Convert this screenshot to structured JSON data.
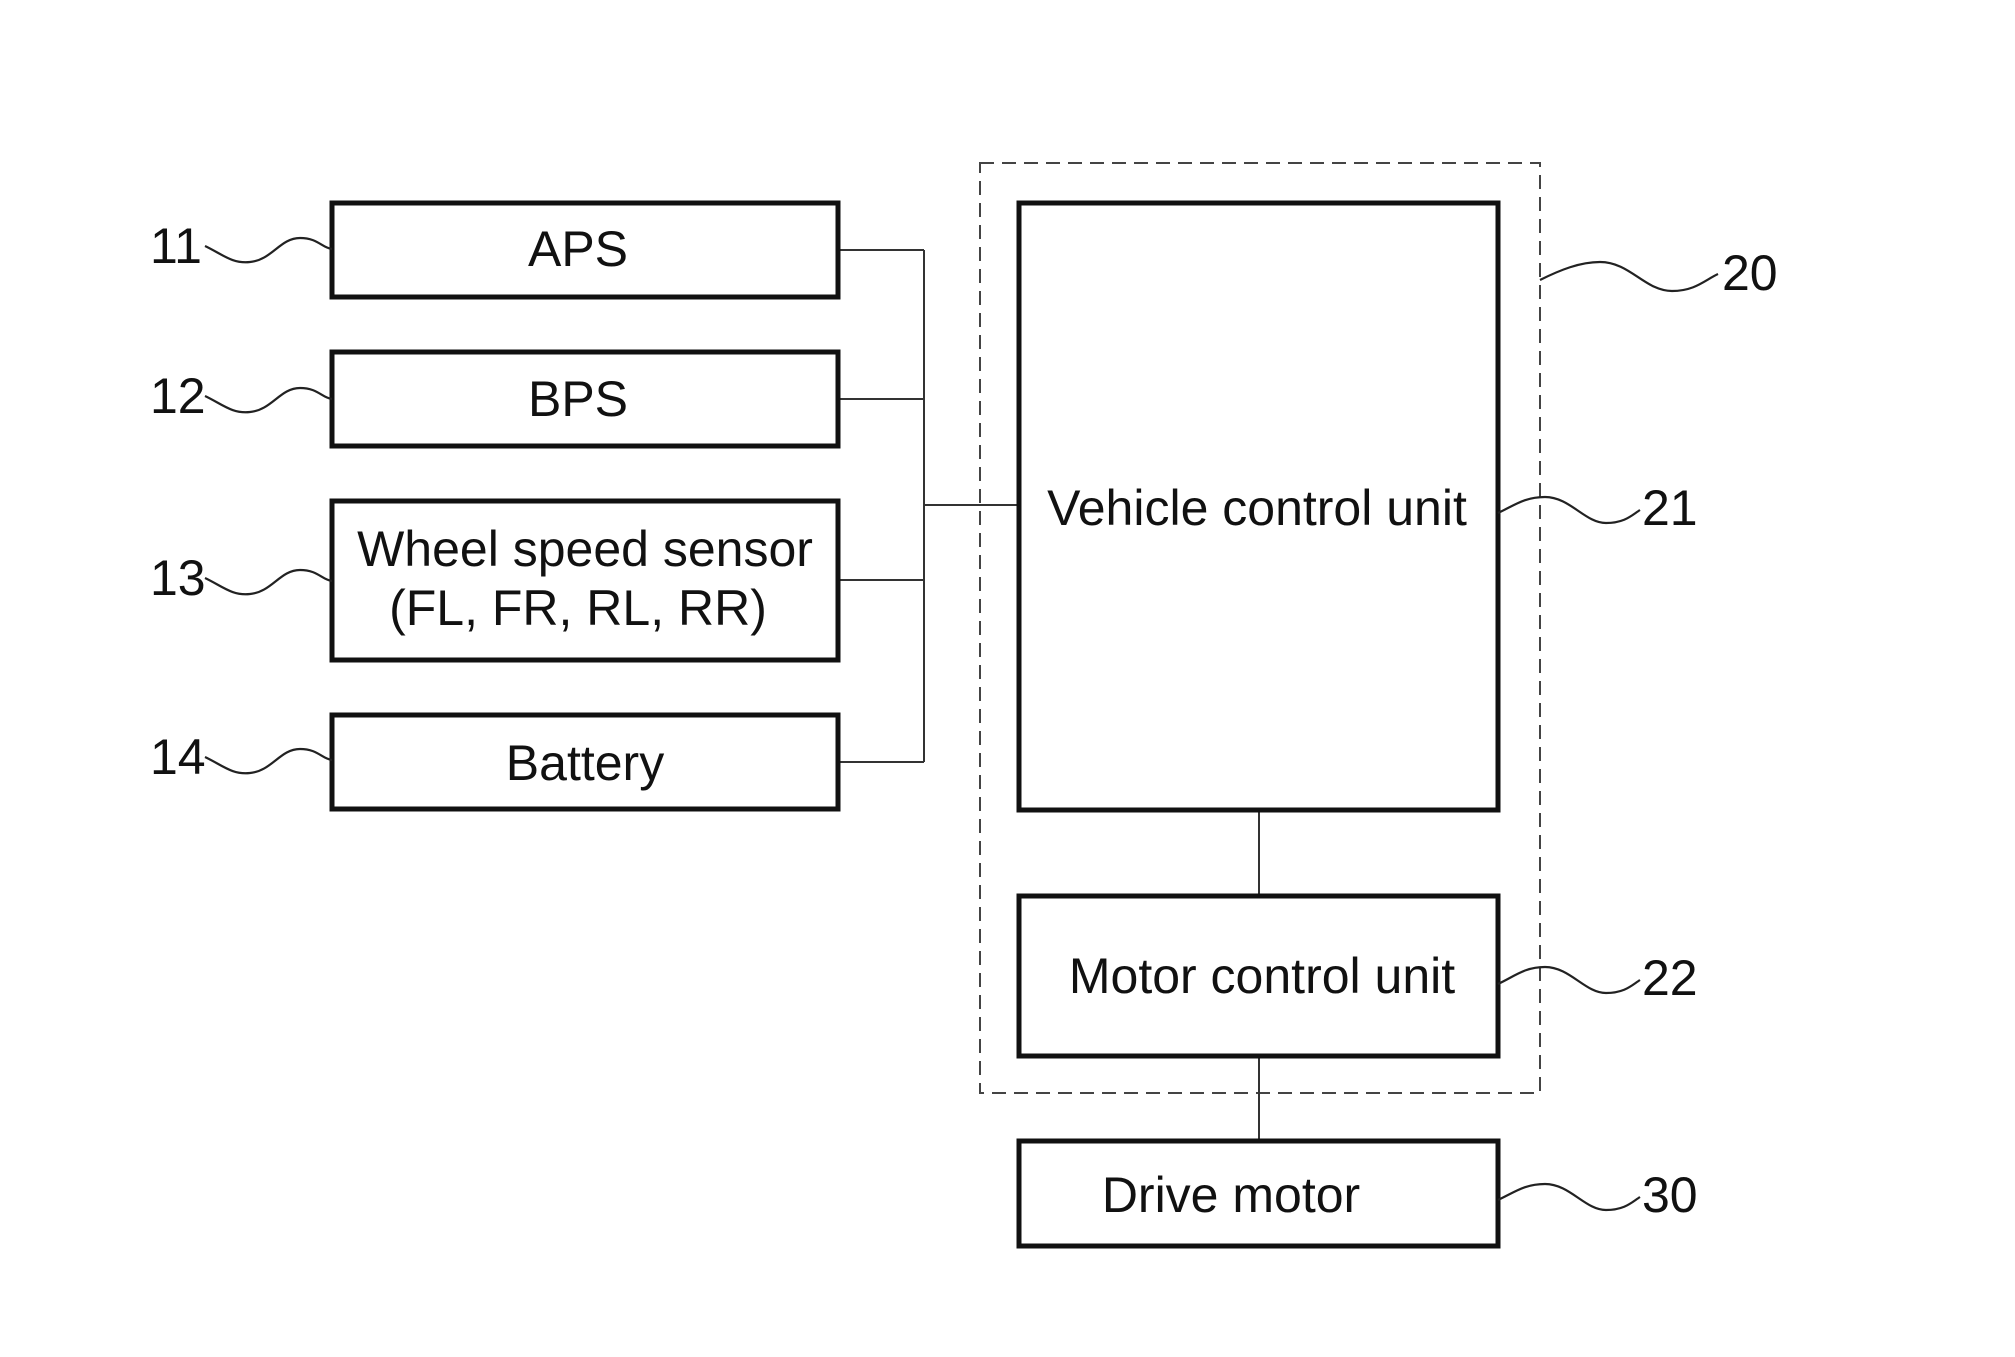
{
  "figure": {
    "blocks": {
      "aps": {
        "ref": "11",
        "label": "APS"
      },
      "bps": {
        "ref": "12",
        "label": "BPS"
      },
      "wheel_speed_sensor": {
        "ref": "13",
        "label_line1": "Wheel speed sensor",
        "label_line2": "(FL, FR, RL, RR)"
      },
      "battery": {
        "ref": "14",
        "label": "Battery"
      },
      "controller_group": {
        "ref": "20"
      },
      "vehicle_control_unit": {
        "ref": "21",
        "label": "Vehicle control unit"
      },
      "motor_control_unit": {
        "ref": "22",
        "label": "Motor control unit"
      },
      "drive_motor": {
        "ref": "30",
        "label": "Drive motor"
      }
    },
    "connections": [
      {
        "from": "APS",
        "to": "Vehicle control unit"
      },
      {
        "from": "BPS",
        "to": "Vehicle control unit"
      },
      {
        "from": "Wheel speed sensor",
        "to": "Vehicle control unit"
      },
      {
        "from": "Battery",
        "to": "Vehicle control unit"
      },
      {
        "from": "Vehicle control unit",
        "to": "Motor control unit"
      },
      {
        "from": "Motor control unit",
        "to": "Drive motor"
      }
    ]
  }
}
